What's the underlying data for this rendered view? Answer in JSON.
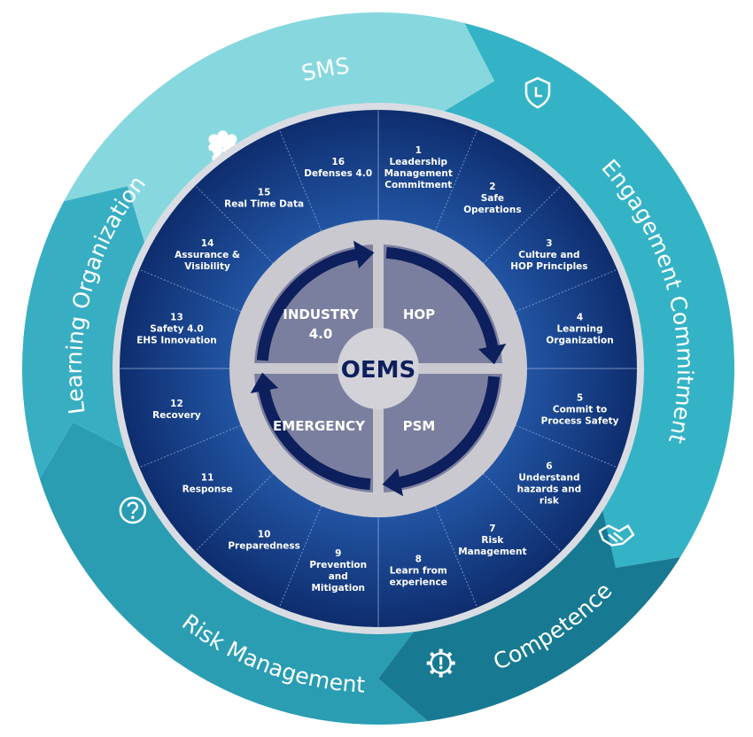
{
  "center": {
    "label": "OEMS"
  },
  "quadrants": [
    {
      "label": [
        "HOP"
      ]
    },
    {
      "label": [
        "PSM"
      ]
    },
    {
      "label": [
        "EMERGENCY"
      ]
    },
    {
      "label": [
        "INDUSTRY",
        "4.0"
      ]
    }
  ],
  "elements": [
    {
      "num": "1",
      "label": [
        "Leadership",
        "Management",
        "Commitment"
      ]
    },
    {
      "num": "2",
      "label": [
        "Safe",
        "Operations"
      ]
    },
    {
      "num": "3",
      "label": [
        "Culture and",
        "HOP Principles"
      ]
    },
    {
      "num": "4",
      "label": [
        "Learning",
        "Organization"
      ]
    },
    {
      "num": "5",
      "label": [
        "Commit to",
        "Process Safety"
      ]
    },
    {
      "num": "6",
      "label": [
        "Understand",
        "hazards and",
        "risk"
      ]
    },
    {
      "num": "7",
      "label": [
        "Risk",
        "Management"
      ]
    },
    {
      "num": "8",
      "label": [
        "Learn from",
        "experience"
      ]
    },
    {
      "num": "9",
      "label": [
        "Prevention",
        "and",
        "Mitigation"
      ]
    },
    {
      "num": "10",
      "label": [
        "Preparedness"
      ]
    },
    {
      "num": "11",
      "label": [
        "Response"
      ]
    },
    {
      "num": "12",
      "label": [
        "Recovery"
      ]
    },
    {
      "num": "13",
      "label": [
        "Safety 4.0",
        "EHS Innovation"
      ]
    },
    {
      "num": "14",
      "label": [
        "Assurance &",
        "Visibility"
      ]
    },
    {
      "num": "15",
      "label": [
        "Real Time Data"
      ]
    },
    {
      "num": "16",
      "label": [
        "Defenses 4.0"
      ]
    }
  ],
  "outer_ring": [
    {
      "label": "SMS",
      "icon": "people-group-icon",
      "color": "#86d8de"
    },
    {
      "label": "Engagement Commitment",
      "icon": "shield-icon",
      "color": "#35b3c6"
    },
    {
      "label": "Competence",
      "icon": "handshake-icon",
      "color": "#177a92"
    },
    {
      "label": "Risk Management",
      "icon": "gear-warning-icon",
      "color": "#2a9db3"
    },
    {
      "label": "Learning Organization",
      "icon": "question-icon",
      "color": "#38aec3"
    }
  ],
  "colors": {
    "disc": "#1c4f9c",
    "disc_dark": "#0e2d6e",
    "gray_ring": "#c9c9cf",
    "quadrant": "#7b7f9f",
    "arrow": "#0d1f5c"
  }
}
